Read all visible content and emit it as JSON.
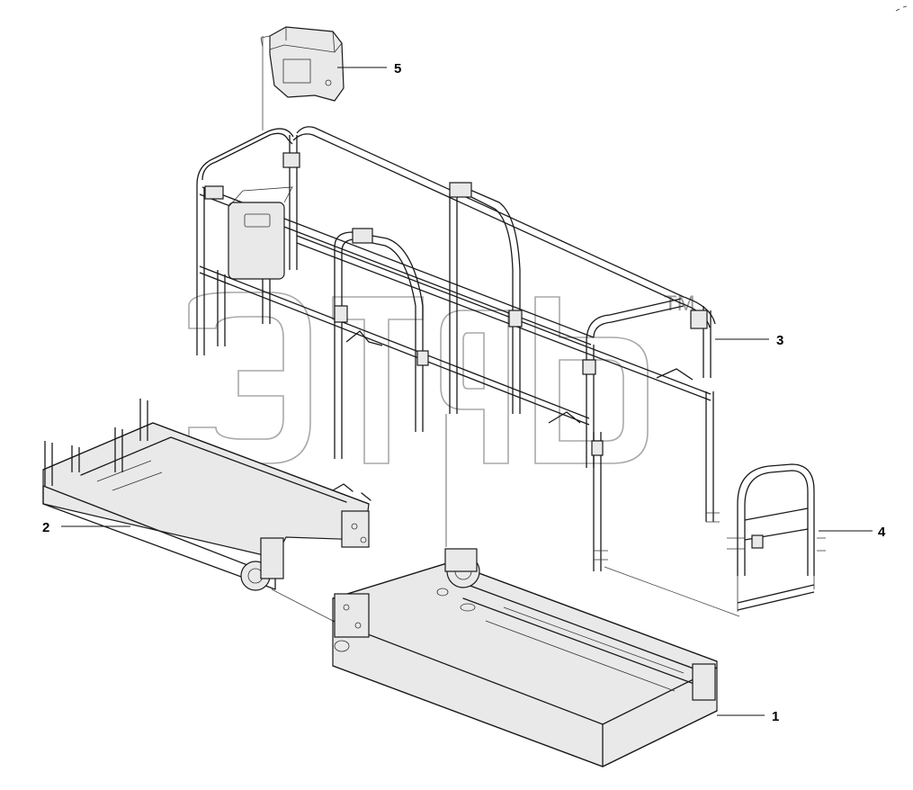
{
  "callouts": [
    {
      "id": "1",
      "label": "1"
    },
    {
      "id": "2",
      "label": "2"
    },
    {
      "id": "3",
      "label": "3"
    },
    {
      "id": "4",
      "label": "4"
    },
    {
      "id": "5",
      "label": "5"
    }
  ],
  "watermark": {
    "mark": "TM"
  }
}
